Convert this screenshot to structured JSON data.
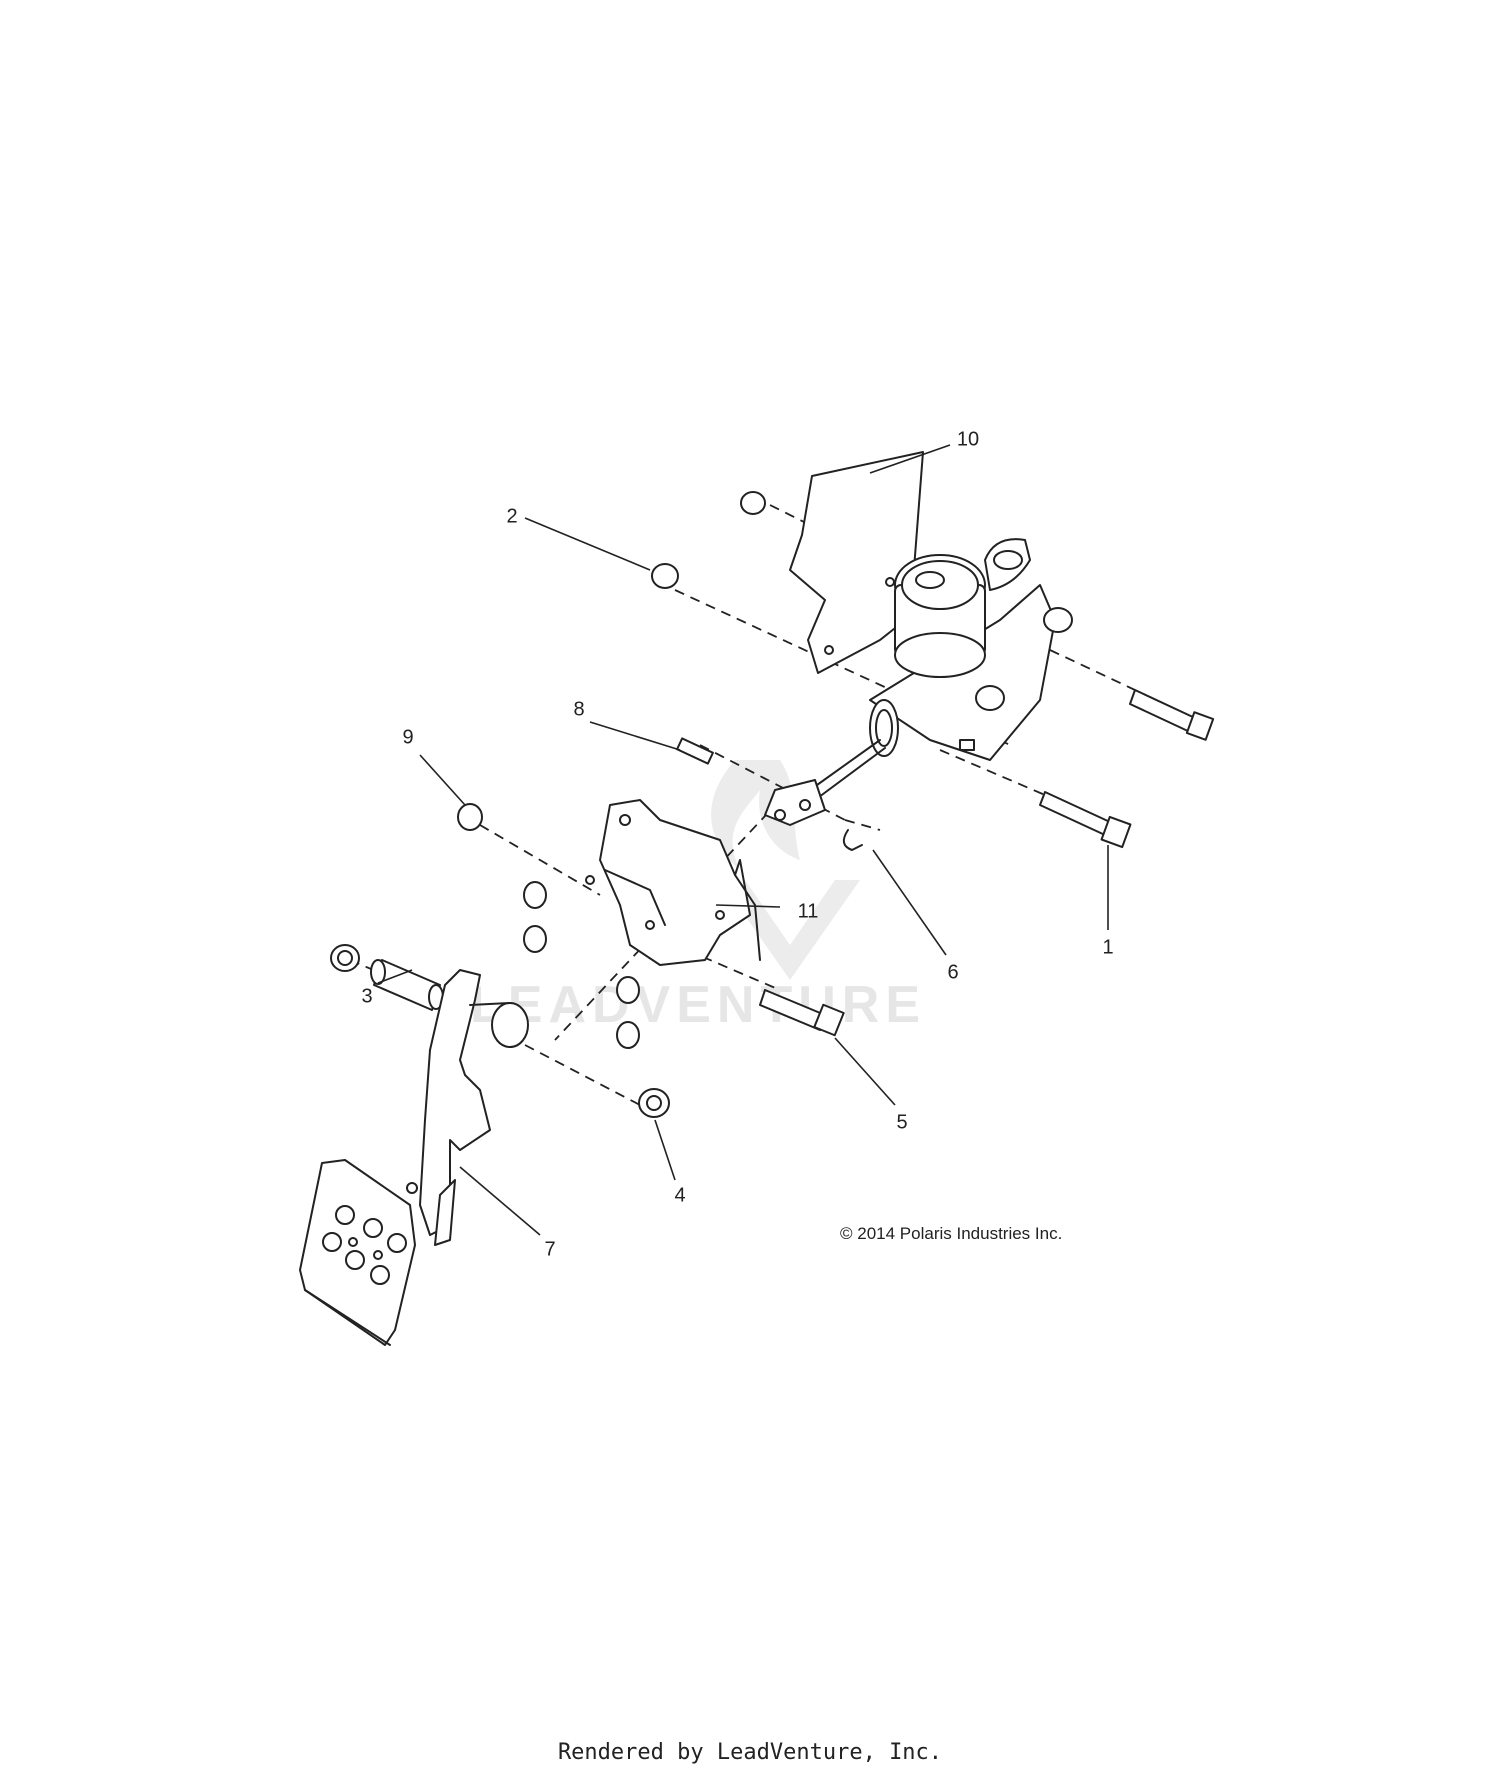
{
  "diagram": {
    "callouts": [
      "1",
      "2",
      "3",
      "4",
      "5",
      "6",
      "7",
      "8",
      "9",
      "10",
      "11"
    ],
    "copyright": "© 2014 Polaris Industries Inc.",
    "watermark": "LEADVENTURE"
  },
  "footer": {
    "text": "Rendered by LeadVenture, Inc."
  }
}
